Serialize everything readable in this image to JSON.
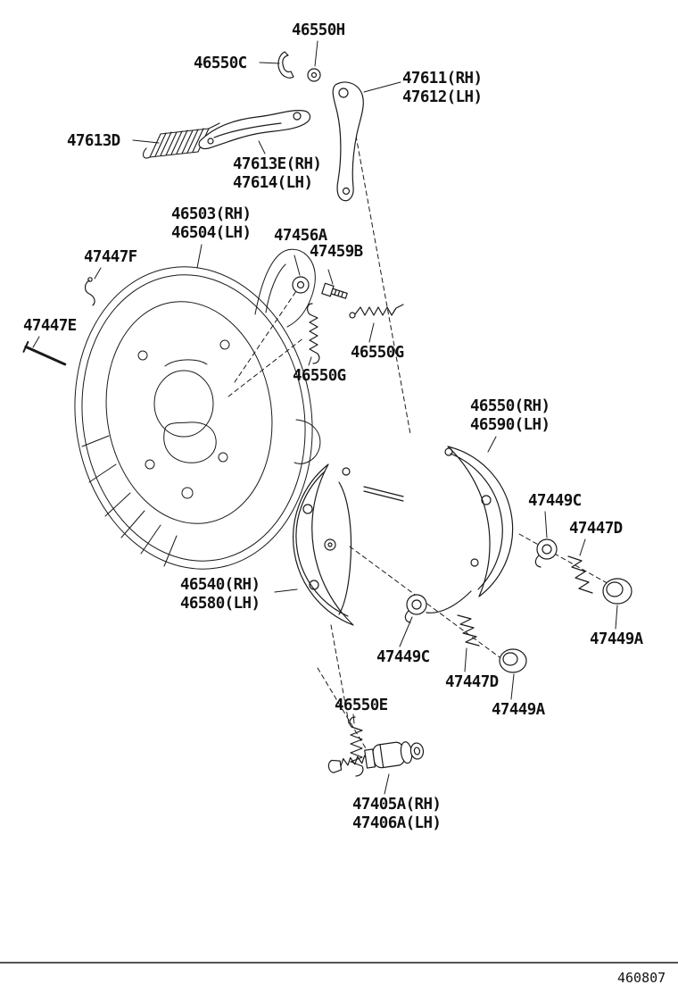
{
  "page": {
    "background": "#ffffff",
    "ink": "#1a1a1a",
    "footer_code": "460807"
  },
  "labels": {
    "p46550H": "46550H",
    "p46550C": "46550C",
    "p47611": "47611(RH)",
    "p47612": "47612(LH)",
    "p47613D": "47613D",
    "p47613E": "47613E(RH)",
    "p47614": "47614(LH)",
    "p46503": "46503(RH)",
    "p46504": "46504(LH)",
    "p47456A": "47456A",
    "p47459B": "47459B",
    "p47447F": "47447F",
    "p47447E": "47447E",
    "p46550G_a": "46550G",
    "p46550G_b": "46550G",
    "p46550": "46550(RH)",
    "p46590": "46590(LH)",
    "p47449C_a": "47449C",
    "p47447D_a": "47447D",
    "p46540": "46540(RH)",
    "p46580": "46580(LH)",
    "p47449A_a": "47449A",
    "p47449C_b": "47449C",
    "p47447D_b": "47447D",
    "p47449A_b": "47449A",
    "p46550E": "46550E",
    "p47405A": "47405A(RH)",
    "p47406A": "47406A(LH)"
  }
}
